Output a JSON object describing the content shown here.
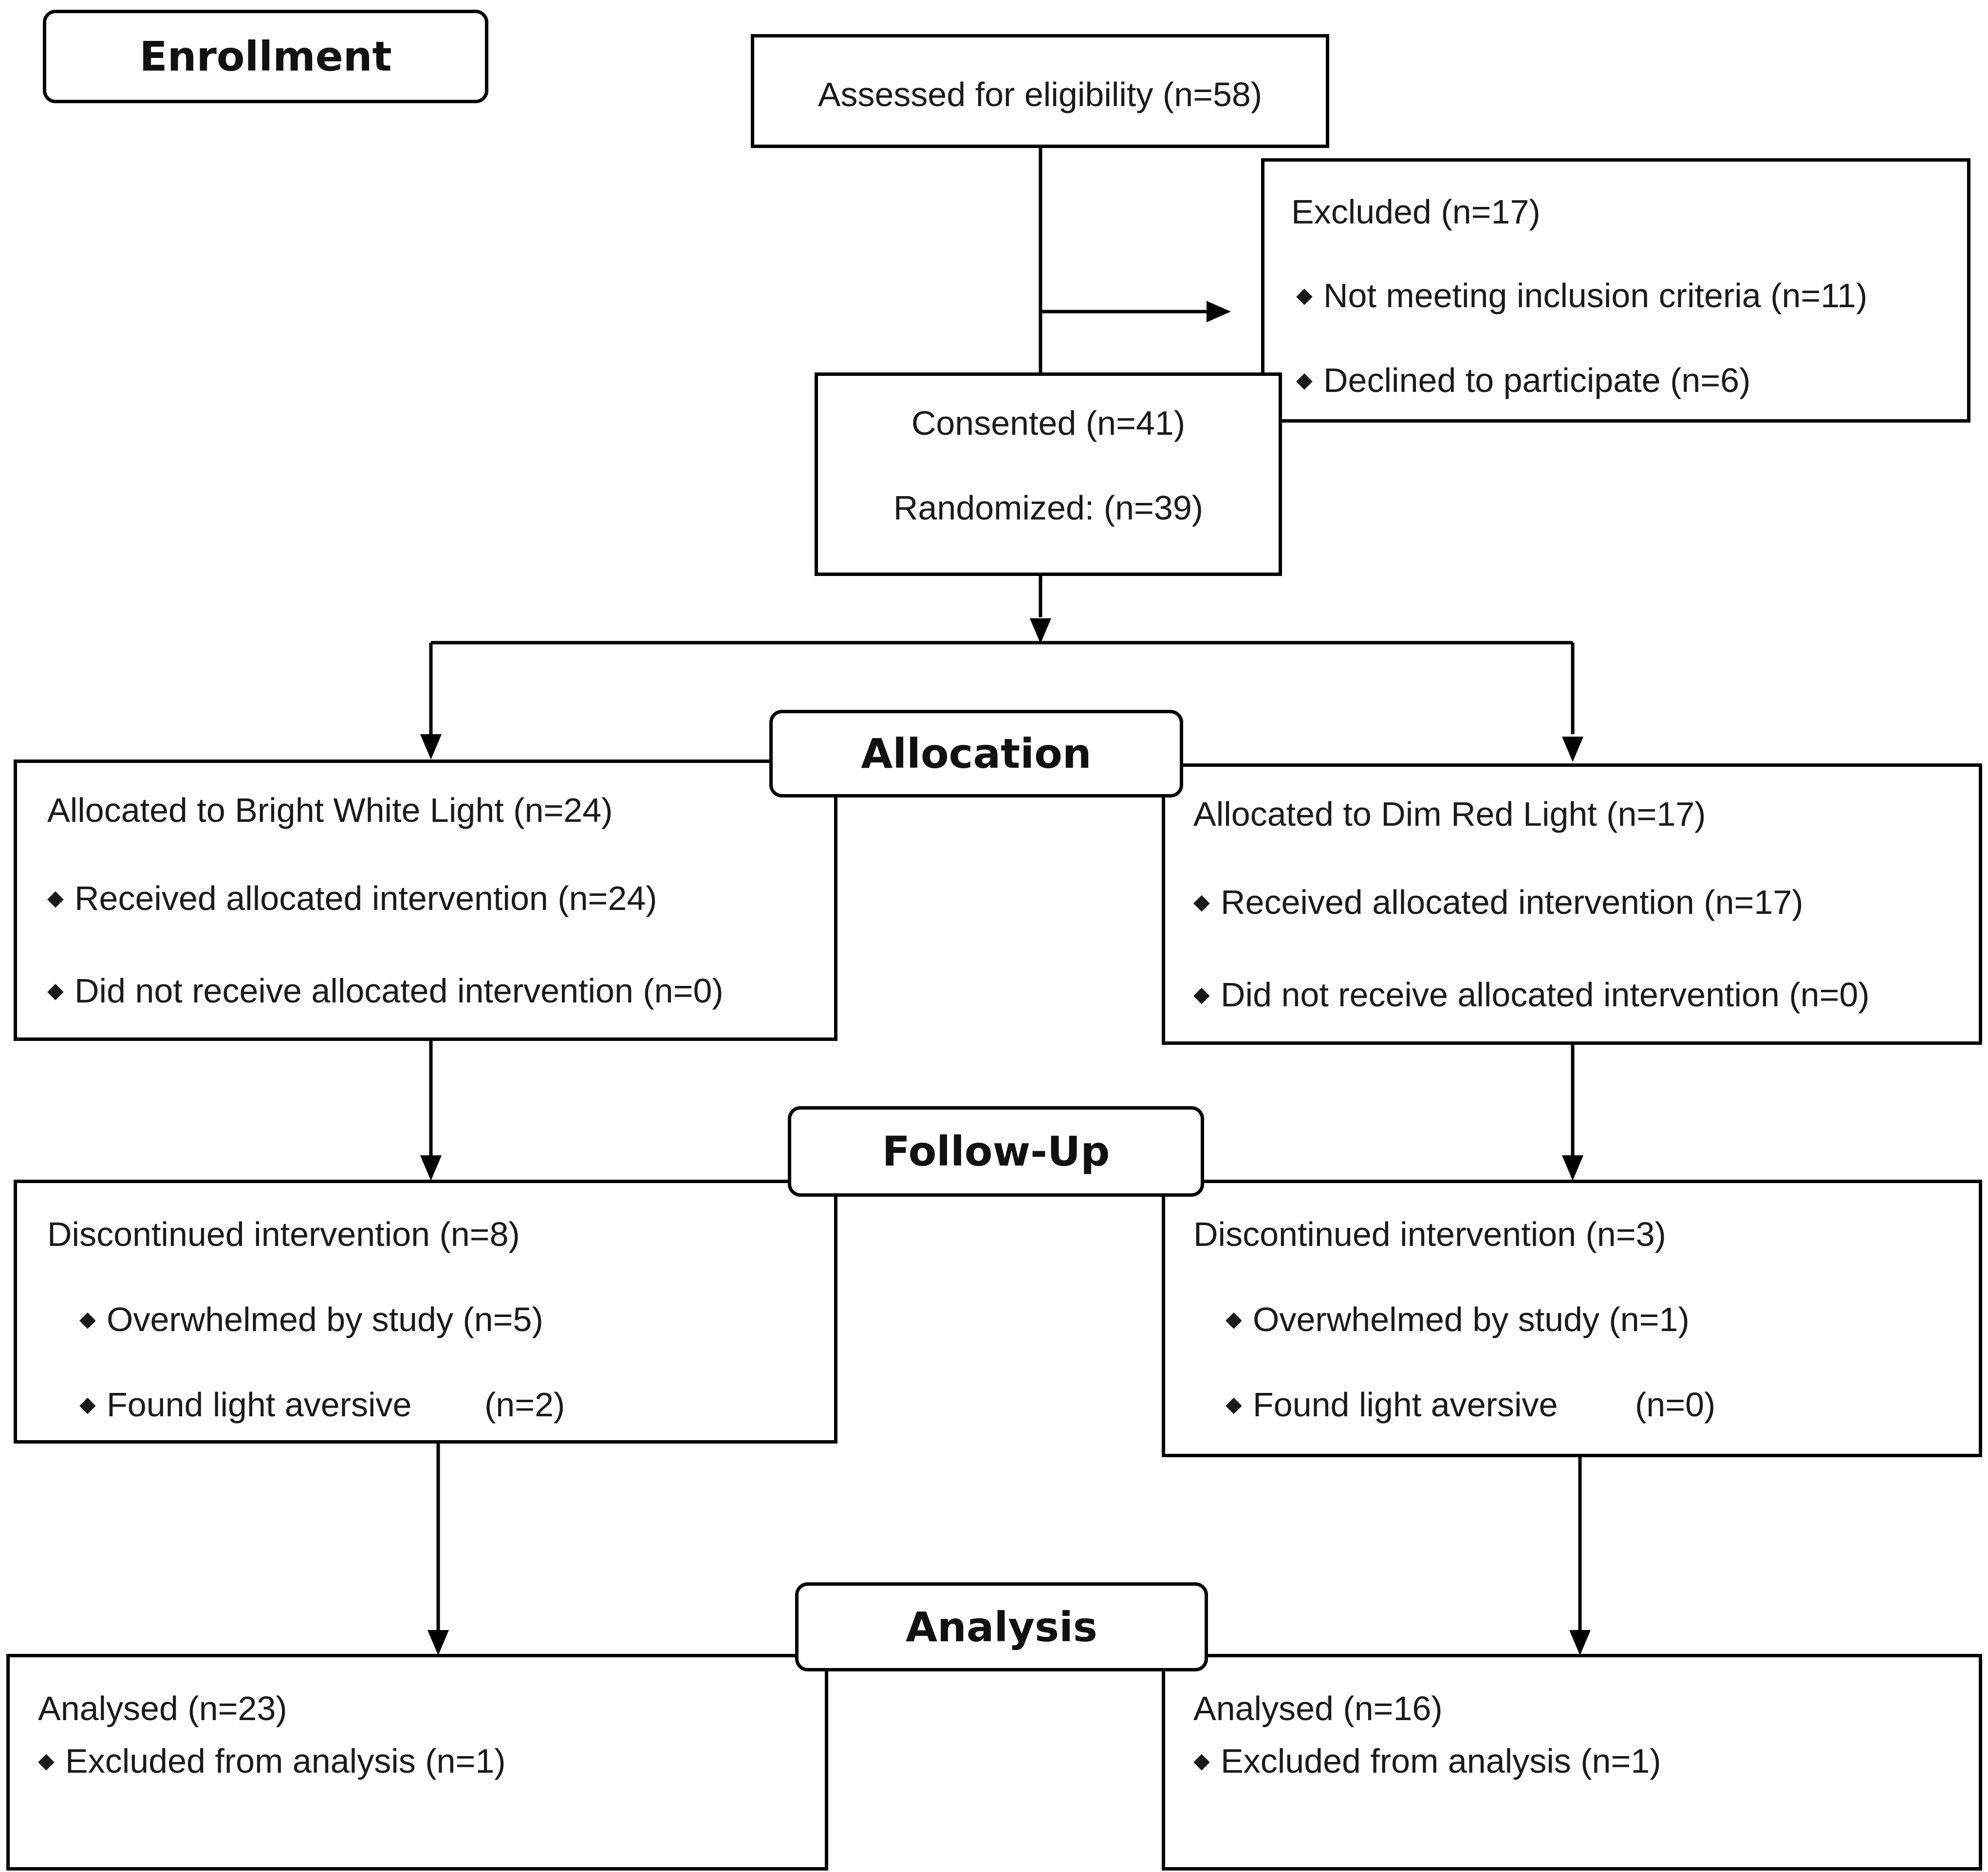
{
  "labels": {
    "enrollment": "Enrollment",
    "allocation": "Allocation",
    "follow_up": "Follow-Up",
    "analysis": "Analysis"
  },
  "bullet_glyph": "◆",
  "assessed": "Assessed for eligibility (n=58)",
  "excluded": {
    "title": "Excluded (n=17)",
    "items": [
      "Not meeting inclusion criteria (n=11)",
      "Declined to participate (n=6)"
    ]
  },
  "consented": {
    "line1": "Consented (n=41)",
    "line2": "Randomized: (n=39)"
  },
  "arms": {
    "left": {
      "allocation": {
        "title": "Allocated to Bright White Light (n=24)",
        "items": [
          "Received allocated intervention (n=24)",
          "Did not receive allocated intervention (n=0)"
        ]
      },
      "follow_up": {
        "title": "Discontinued intervention (n=8)",
        "items": [
          {
            "text": "Overwhelmed by study (n=5)"
          },
          {
            "text": "Found light aversive",
            "count": "(n=2)"
          }
        ]
      },
      "analysis": {
        "title": "Analysed (n=23)",
        "items": [
          "Excluded from analysis (n=1)"
        ]
      }
    },
    "right": {
      "allocation": {
        "title": "Allocated to Dim Red Light (n=17)",
        "items": [
          "Received allocated intervention (n=17)",
          "Did not receive allocated intervention (n=0)"
        ]
      },
      "follow_up": {
        "title": "Discontinued intervention (n=3)",
        "items": [
          {
            "text": "Overwhelmed by study (n=1)"
          },
          {
            "text": "Found light aversive",
            "count": "(n=0)"
          }
        ]
      },
      "analysis": {
        "title": "Analysed (n=16)",
        "items": [
          "Excluded from analysis (n=1)"
        ]
      }
    }
  }
}
